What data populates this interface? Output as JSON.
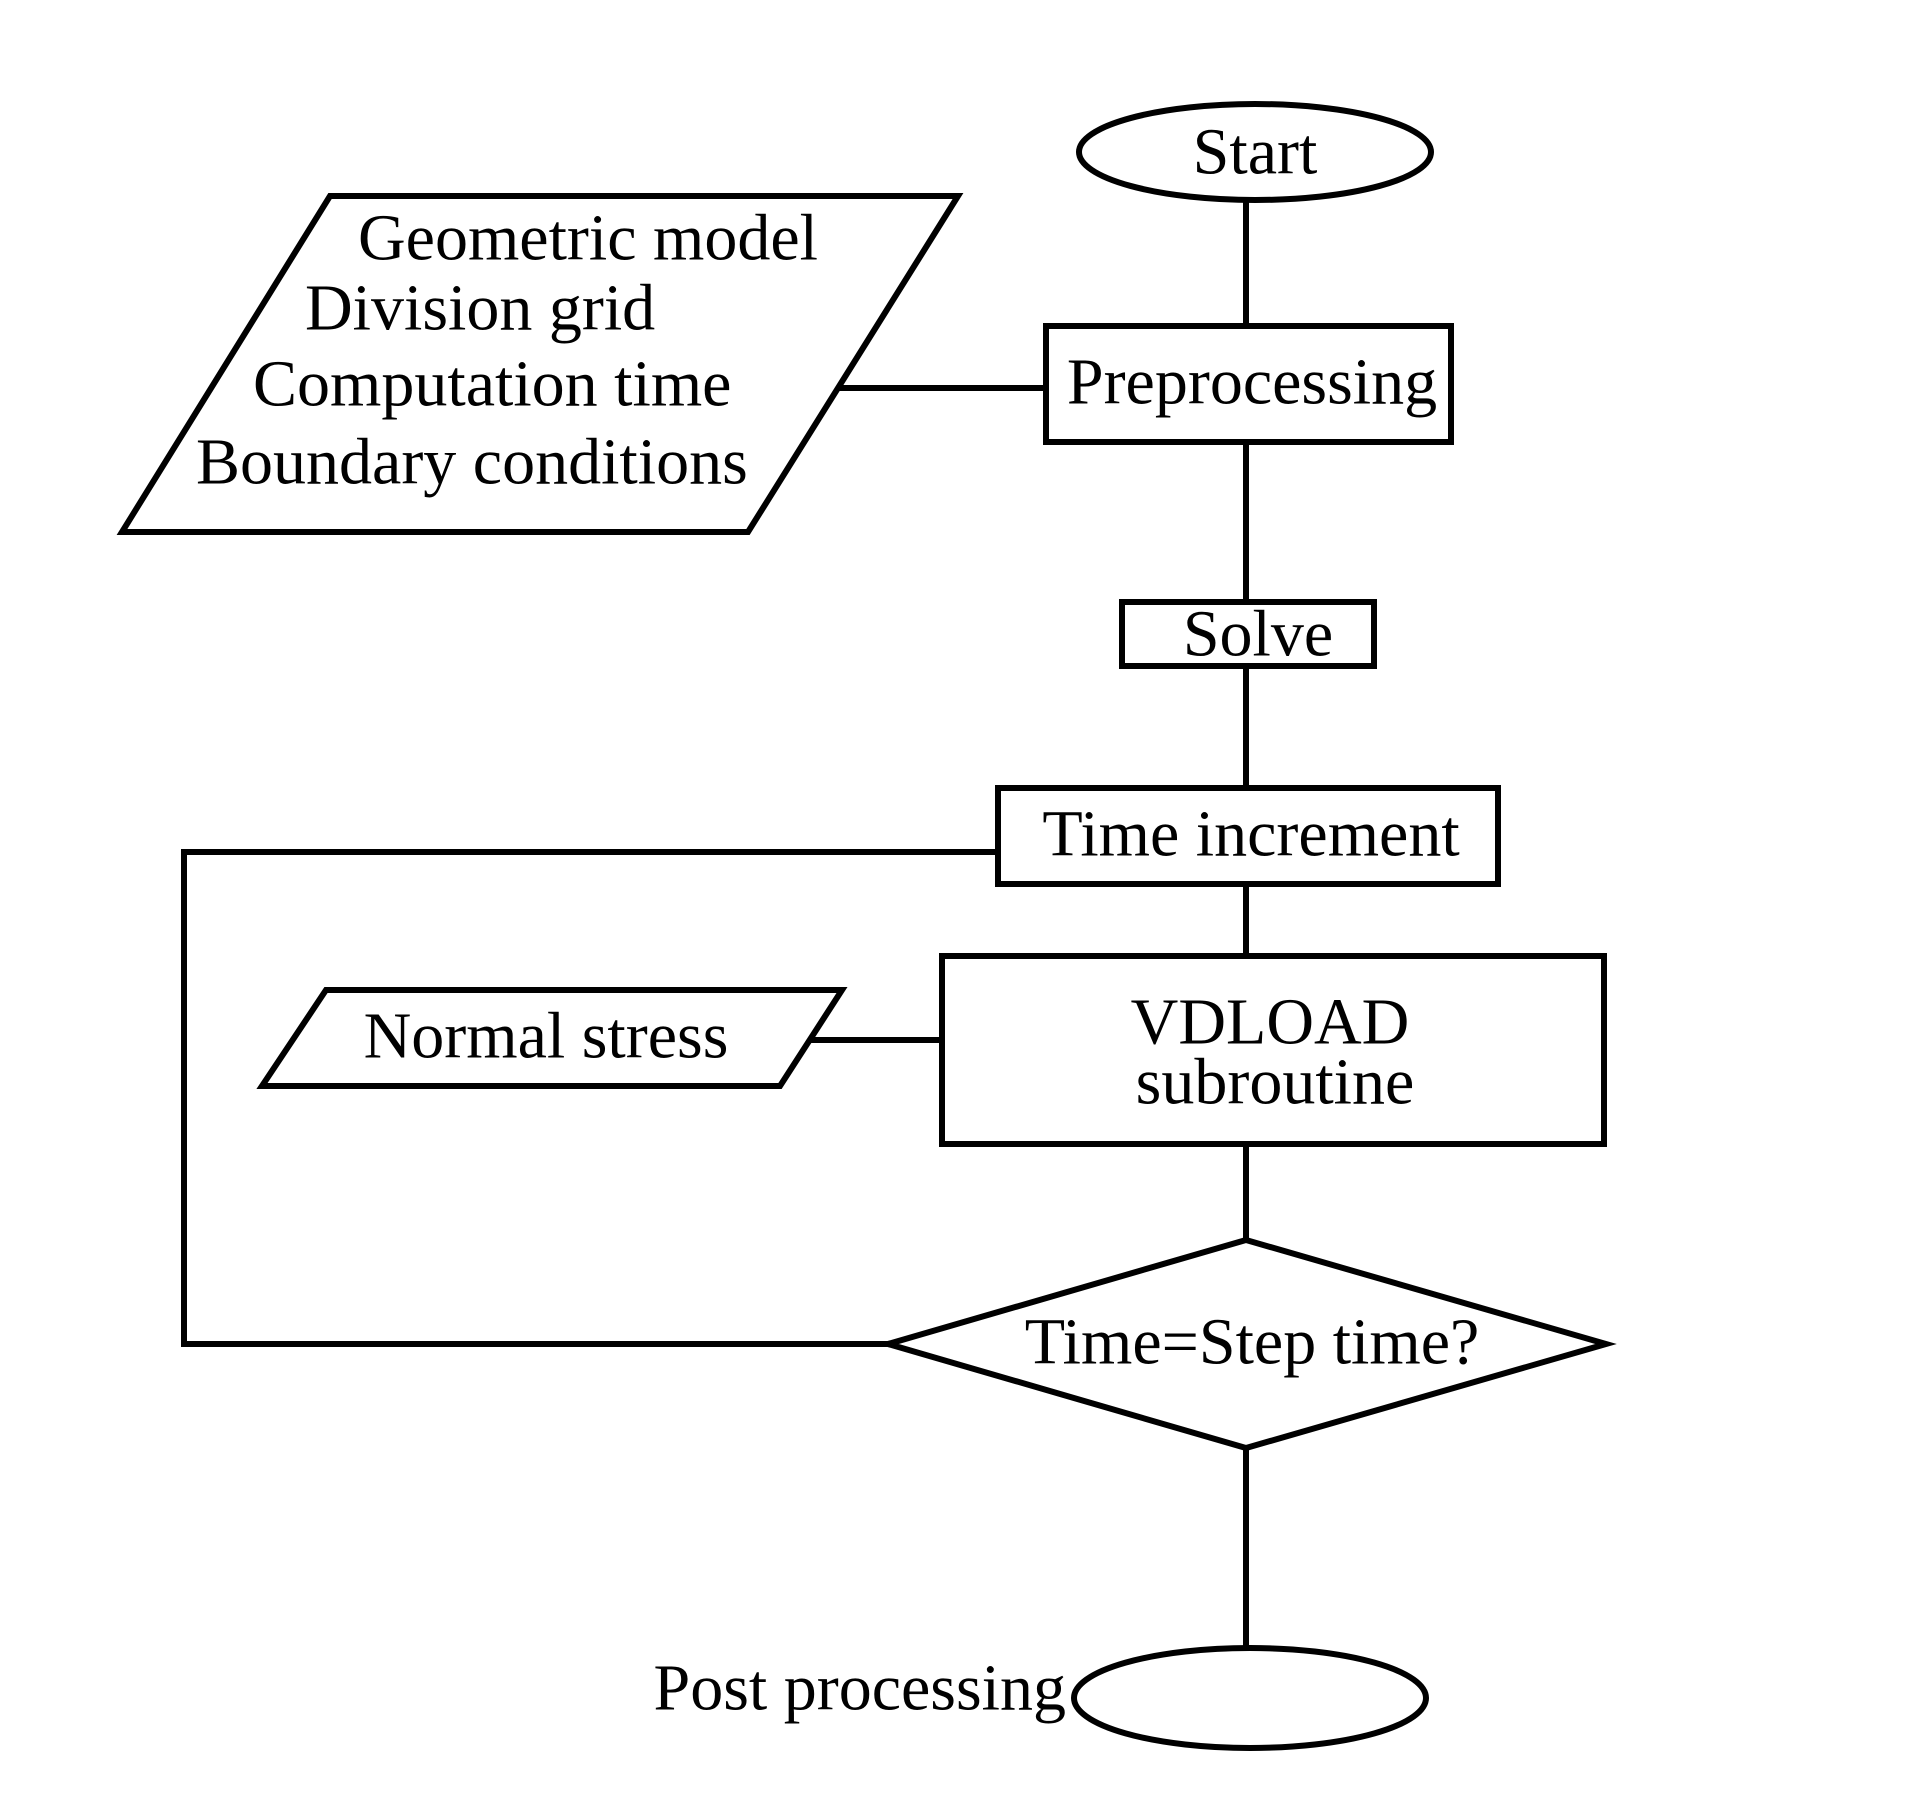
{
  "flowchart": {
    "start": "Start",
    "input_parameters": [
      "Geometric model",
      "Division grid",
      "Computation time",
      "Boundary conditions"
    ],
    "preprocessing": "Preprocessing",
    "solve": "Solve",
    "time_increment": "Time increment",
    "normal_stress": "Normal stress",
    "vdload": [
      "VDLOAD",
      "subroutine"
    ],
    "decision": "Time=Step time?",
    "post_processing": "Post processing"
  },
  "colors": {
    "stroke": "#000000",
    "background": "#ffffff"
  }
}
